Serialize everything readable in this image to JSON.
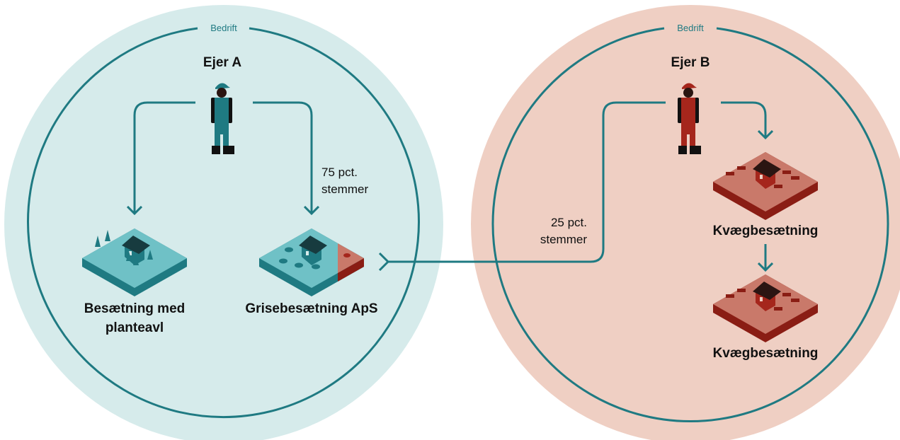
{
  "colors": {
    "teal": "#1f7a82",
    "teal_light_bg": "#d6ebeb",
    "teal_tile": "#6fc1c6",
    "teal_side": "#1f7a82",
    "red": "#a5261c",
    "red_light_bg": "#efcfc3",
    "red_tile": "#c9796a",
    "red_side": "#8a1d14"
  },
  "left_company": {
    "frame_label": "Bedrift",
    "owner": {
      "name": "Ejer A",
      "icon": "farmer-teal-icon"
    },
    "farms": [
      {
        "name_line1": "Besætning med",
        "name_line2": "planteavl",
        "icon": "crop-farm-icon"
      },
      {
        "name_line1": "Grisebesætning ApS",
        "name_line2": "",
        "icon": "pig-farm-icon"
      }
    ],
    "vote_label_line1": "75 pct.",
    "vote_label_line2": "stemmer"
  },
  "right_company": {
    "frame_label": "Bedrift",
    "owner": {
      "name": "Ejer B",
      "icon": "farmer-red-icon"
    },
    "farms": [
      {
        "name_line1": "Kvægbesætning",
        "icon": "cattle-farm-icon"
      },
      {
        "name_line1": "Kvægbesætning",
        "icon": "cattle-farm-icon"
      }
    ],
    "vote_label_line1": "25 pct.",
    "vote_label_line2": "stemmer"
  }
}
